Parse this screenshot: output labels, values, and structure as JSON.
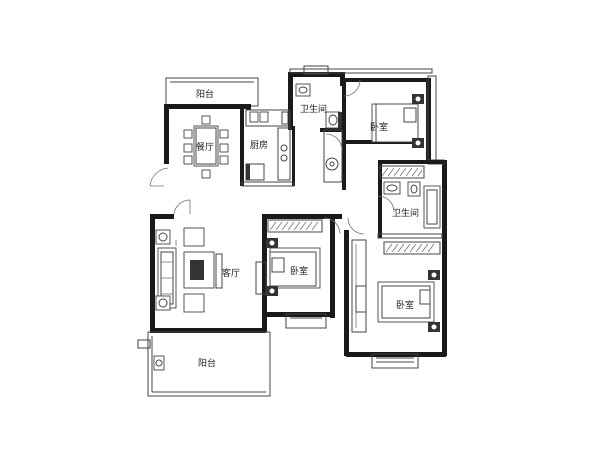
{
  "rooms": {
    "balcony_top": "阳台",
    "dining": "餐厅",
    "kitchen": "厨房",
    "bath_top": "卫生间",
    "bedroom_top": "卧室",
    "bath_mid": "卫生间",
    "living": "客厅",
    "bedroom_mid": "卧室",
    "bedroom_bottom": "卧室",
    "balcony_bottom": "阳台"
  }
}
